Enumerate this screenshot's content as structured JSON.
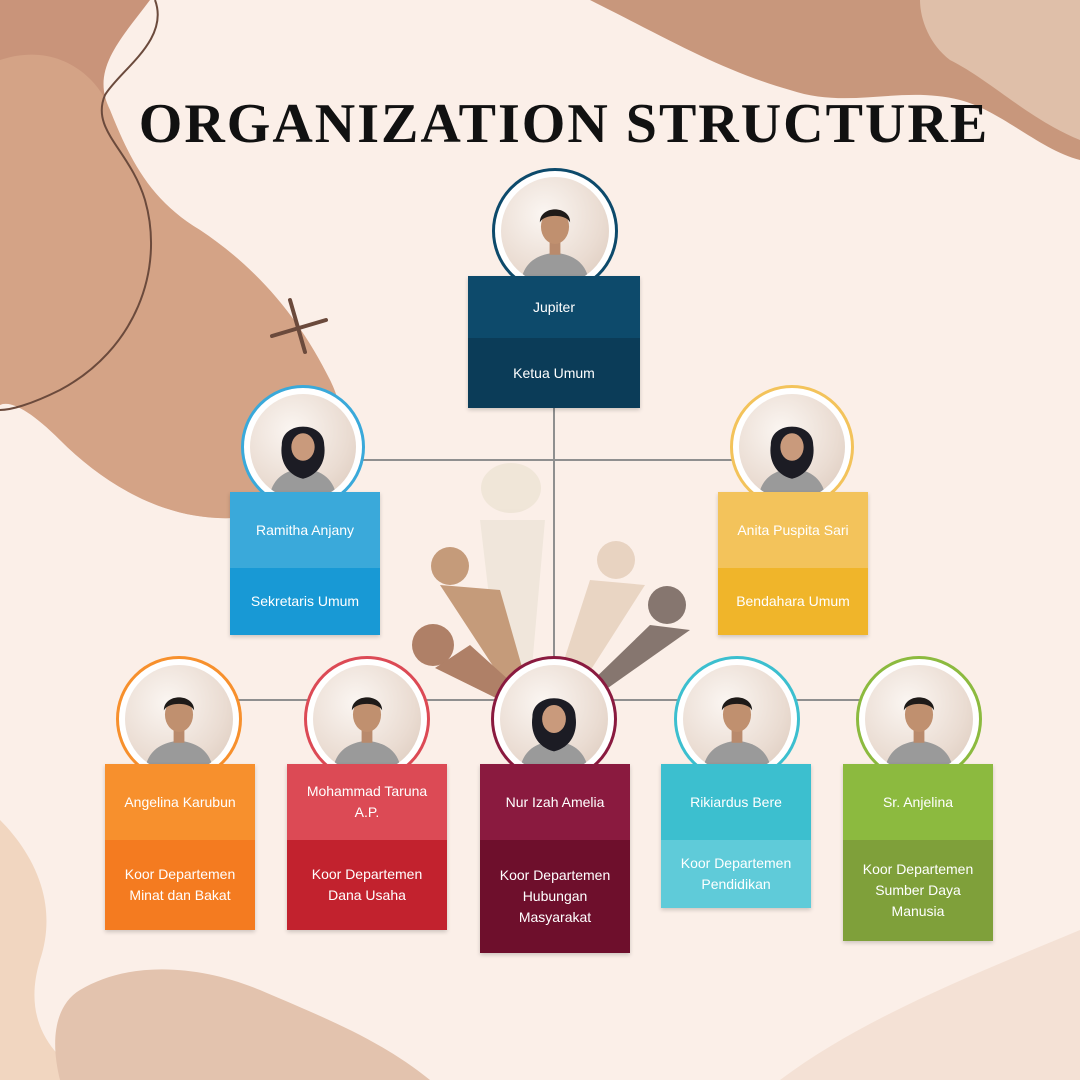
{
  "title": "ORGANIZATION STRUCTURE",
  "members": [
    {
      "id": "jupiter",
      "name": "Jupiter",
      "role": "Ketua Umum",
      "head_color": "#0d4a6b",
      "body_color": "#0b3c58",
      "ring_color": "#0d4a6b",
      "hijab": false
    },
    {
      "id": "ramitha",
      "name": "Ramitha Anjany",
      "role": "Sekretaris Umum",
      "head_color": "#3aa9da",
      "body_color": "#1899d5",
      "ring_color": "#3aa9da",
      "hijab": true
    },
    {
      "id": "anita",
      "name": "Anita Puspita Sari",
      "role": "Bendahara Umum",
      "head_color": "#f3c35b",
      "body_color": "#f0b52a",
      "ring_color": "#f3c35b",
      "hijab": true
    },
    {
      "id": "angelina",
      "name": "Angelina Karubun",
      "role": "Koor Departemen Minat dan Bakat",
      "head_color": "#f7902d",
      "body_color": "#f47b20",
      "ring_color": "#f7902d",
      "hijab": false
    },
    {
      "id": "mohammad",
      "name": "Mohammad Taruna A.P.",
      "role": "Koor Departemen Dana Usaha",
      "head_color": "#dc4a55",
      "body_color": "#c2222e",
      "ring_color": "#dc4a55",
      "hijab": false
    },
    {
      "id": "nur",
      "name": "Nur Izah Amelia",
      "role": "Koor Departemen Hubungan Masyarakat",
      "head_color": "#8a1a3f",
      "body_color": "#6e0f2c",
      "ring_color": "#8a1a3f",
      "hijab": true
    },
    {
      "id": "rikiardus",
      "name": "Rikiardus Bere",
      "role": "Koor Departemen Pendidikan",
      "head_color": "#3cbfcf",
      "body_color": "#5fcbd9",
      "ring_color": "#3cbfcf",
      "hijab": false
    },
    {
      "id": "anjelina",
      "name": "Sr. Anjelina",
      "role": "Koor Departemen Sumber Daya Manusia",
      "head_color": "#8cba3f",
      "body_color": "#7fa03a",
      "ring_color": "#8cba3f",
      "hijab": false
    }
  ]
}
